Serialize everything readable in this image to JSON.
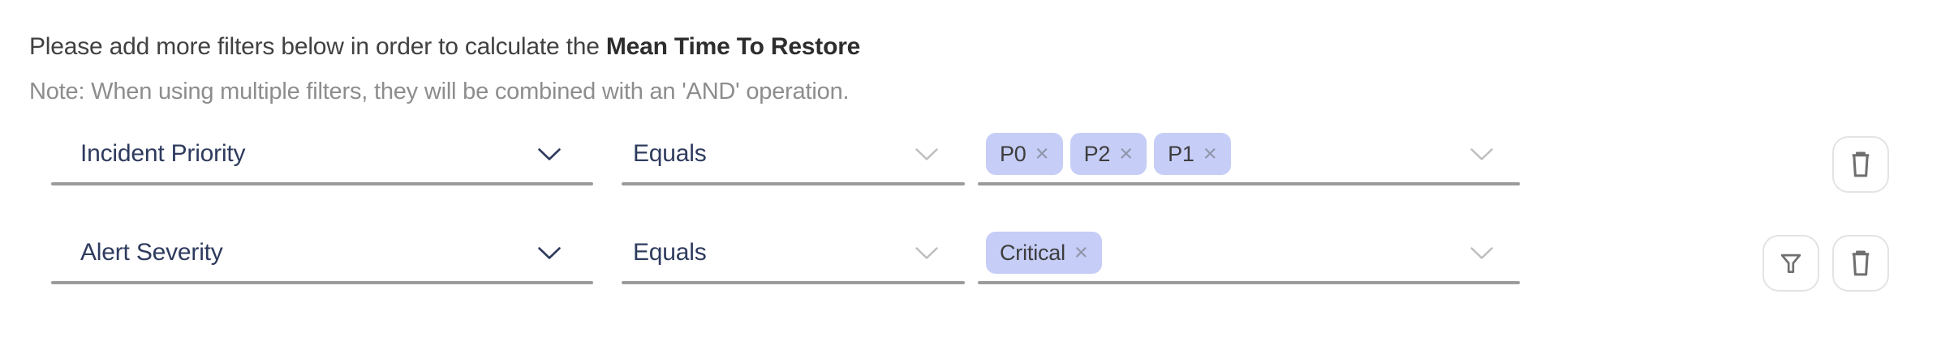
{
  "header": {
    "intro_text": "Please add more filters below in order to calculate the ",
    "intro_highlight": "Mean Time To Restore",
    "note": "Note: When using multiple filters, they will be combined with an 'AND' operation."
  },
  "filter_builder": {
    "rows": [
      {
        "attribute": "Incident Priority",
        "operator": "Equals",
        "values": [
          {
            "label": "P0"
          },
          {
            "label": "P2"
          },
          {
            "label": "P1"
          }
        ]
      },
      {
        "attribute": "Alert Severity",
        "operator": "Equals",
        "values": [
          {
            "label": "Critical"
          }
        ]
      }
    ],
    "chip_remove_glyph": "×"
  },
  "icons": {
    "attribute_dropdown": "chevron-down-icon",
    "operator_dropdown": "chevron-down-icon",
    "values_dropdown": "chevron-down-icon",
    "delete_row": "trash-icon",
    "filter_action": "funnel-icon",
    "chip_remove": "x-icon"
  },
  "colors": {
    "chip_background": "#c6cdf6",
    "chip_text": "#3d3d3d",
    "field_text": "#2e3b5e",
    "underline": "#9b9b9b",
    "intro_text": "#414141",
    "intro_highlight_text": "#2d2d2d",
    "note_text": "#8d8d8d",
    "icon_stroke": "#6f6f6f",
    "muted_chevron": "#bdbdbd",
    "button_border": "#e3e3e3"
  }
}
